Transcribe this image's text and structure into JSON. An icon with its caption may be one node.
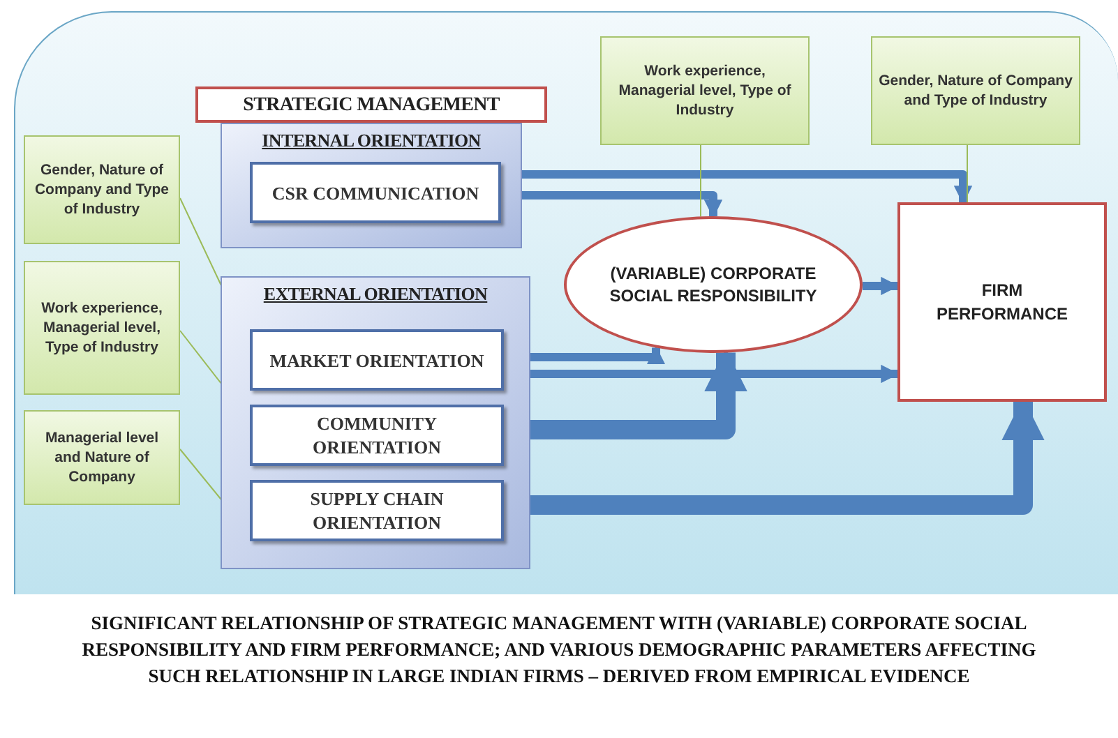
{
  "diagram": {
    "caption": "SIGNIFICANT RELATIONSHIP OF STRATEGIC MANAGEMENT WITH (VARIABLE) CORPORATE SOCIAL RESPONSIBILITY AND FIRM PERFORMANCE; AND VARIOUS DEMOGRAPHIC PARAMETERS AFFECTING SUCH RELATIONSHIP IN LARGE INDIAN FIRMS – DERIVED FROM EMPIRICAL EVIDENCE",
    "nodes": [
      {
        "text": [
          "STRATEGIC MANAGEMENT"
        ]
      },
      {
        "text": [
          "INTERNAL ORIENTATION"
        ]
      },
      {
        "text": [
          "CSR COMMUNICATION"
        ],
        "in": 1
      },
      {
        "text": [
          "EXTERNAL ORIENTATION"
        ]
      },
      {
        "text": [
          "MARKET ORIENTATION"
        ],
        "in": 3
      },
      {
        "text": [
          "COMMUNITY ORIENTATION"
        ],
        "in": 3
      },
      {
        "text": [
          "SUPPLY CHAIN ORIENTATION"
        ],
        "in": 3
      },
      {
        "text": [
          "(VARIABLE) CORPORATE SOCIAL RESPONSIBILITY"
        ]
      },
      {
        "text": [
          "FIRM PERFORMANCE"
        ]
      },
      {
        "text": [
          "Gender, Nature of Company and Type of Industry"
        ]
      },
      {
        "text": [
          "Work experience, Managerial level, Type of Industry"
        ]
      },
      {
        "text": [
          "Managerial level and Nature of Company"
        ]
      },
      {
        "text": [
          "Work experience, Managerial level, Type of Industry"
        ]
      },
      {
        "text": [
          "Gender, Nature of Company and Type of Industry"
        ]
      }
    ],
    "edges": [
      {
        "from": 2,
        "to": 8,
        "arrow": "to"
      },
      {
        "from": 2,
        "to": 7,
        "arrow": "to"
      },
      {
        "from": 7,
        "to": 8,
        "arrow": "to"
      },
      {
        "from": 4,
        "to": 7,
        "arrow": "to"
      },
      {
        "from": 4,
        "to": 8,
        "arrow": "to"
      },
      {
        "from": 5,
        "to": 7,
        "arrow": "to",
        "style": "thick"
      },
      {
        "from": 6,
        "to": 8,
        "arrow": "to",
        "style": "thick"
      },
      {
        "from": 9,
        "to": 4,
        "arrow": "none",
        "color": "#9bbb59"
      },
      {
        "from": 10,
        "to": 5,
        "arrow": "none",
        "color": "#9bbb59"
      },
      {
        "from": 11,
        "to": 6,
        "arrow": "none",
        "color": "#9bbb59"
      },
      {
        "from": 12,
        "to": 7,
        "arrow": "none",
        "color": "#9bbb59"
      },
      {
        "from": 13,
        "to": 8,
        "arrow": "none",
        "color": "#9bbb59"
      }
    ]
  }
}
